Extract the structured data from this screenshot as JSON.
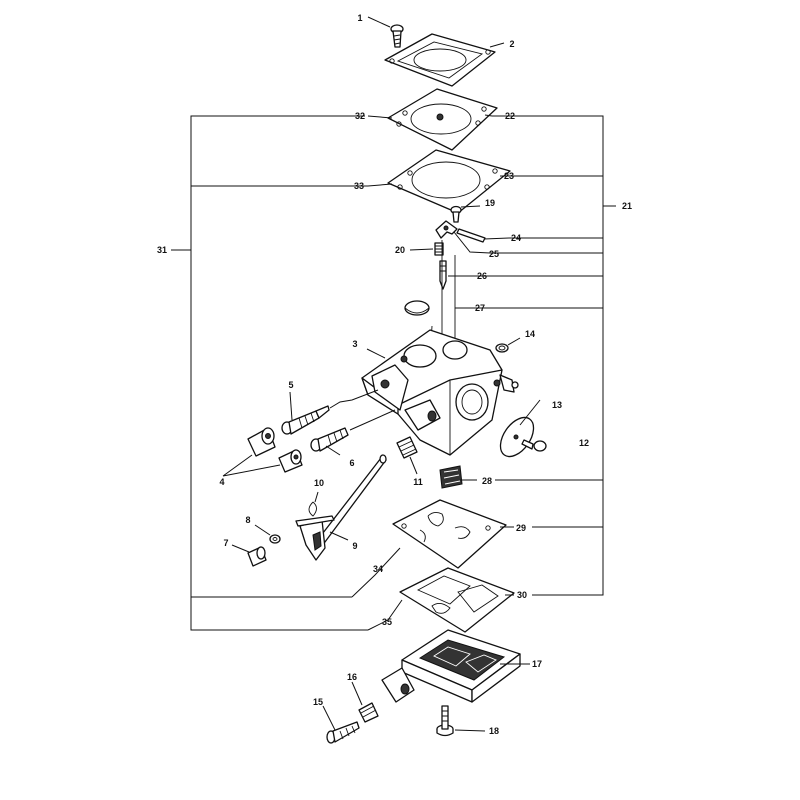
{
  "callouts": {
    "c1": "1",
    "c2": "2",
    "c3": "3",
    "c4": "4",
    "c5": "5",
    "c6": "6",
    "c7": "7",
    "c8": "8",
    "c9": "9",
    "c10": "10",
    "c11": "11",
    "c12": "12",
    "c13": "13",
    "c14": "14",
    "c15": "15",
    "c16": "16",
    "c17": "17",
    "c18": "18",
    "c19": "19",
    "c20": "20",
    "c21": "21",
    "c22": "22",
    "c23": "23",
    "c24": "24",
    "c25": "25",
    "c26": "26",
    "c27": "27",
    "c28": "28",
    "c29": "29",
    "c30": "30",
    "c31": "31",
    "c32": "32",
    "c33": "33",
    "c34": "34",
    "c35": "35"
  },
  "colors": {
    "line": "#111111",
    "background": "#ffffff",
    "shade": "#333333"
  }
}
